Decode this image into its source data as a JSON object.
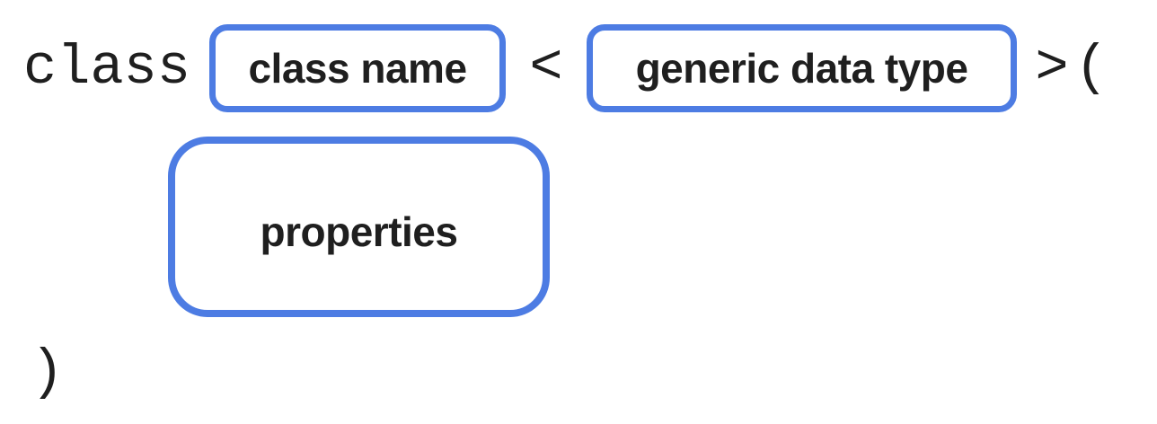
{
  "colors": {
    "accent": "#4d7ce3",
    "text": "#1f1f1f",
    "background": "#ffffff"
  },
  "syntax": {
    "keyword": "class",
    "open_angle": "<",
    "close_angle": ">",
    "open_paren": "(",
    "close_paren": ")"
  },
  "placeholders": [
    {
      "id": "class-name",
      "label": "class name"
    },
    {
      "id": "generic-data-type",
      "label": "generic data type"
    },
    {
      "id": "properties",
      "label": "properties"
    }
  ]
}
